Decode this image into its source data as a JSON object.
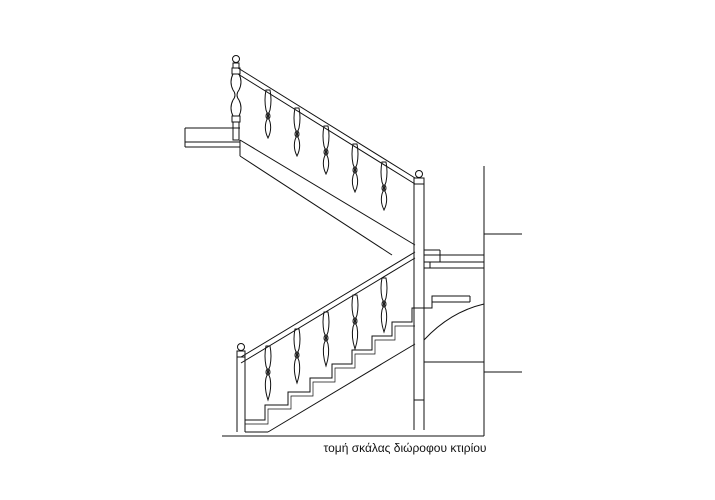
{
  "caption": "τομή σκάλας διώροφου κτιρίου",
  "colors": {
    "line": "#111111",
    "background": "#ffffff"
  },
  "drawing": {
    "upper_flight_balusters": 6,
    "lower_flight_balusters": 6,
    "lower_flight_steps": 9
  }
}
